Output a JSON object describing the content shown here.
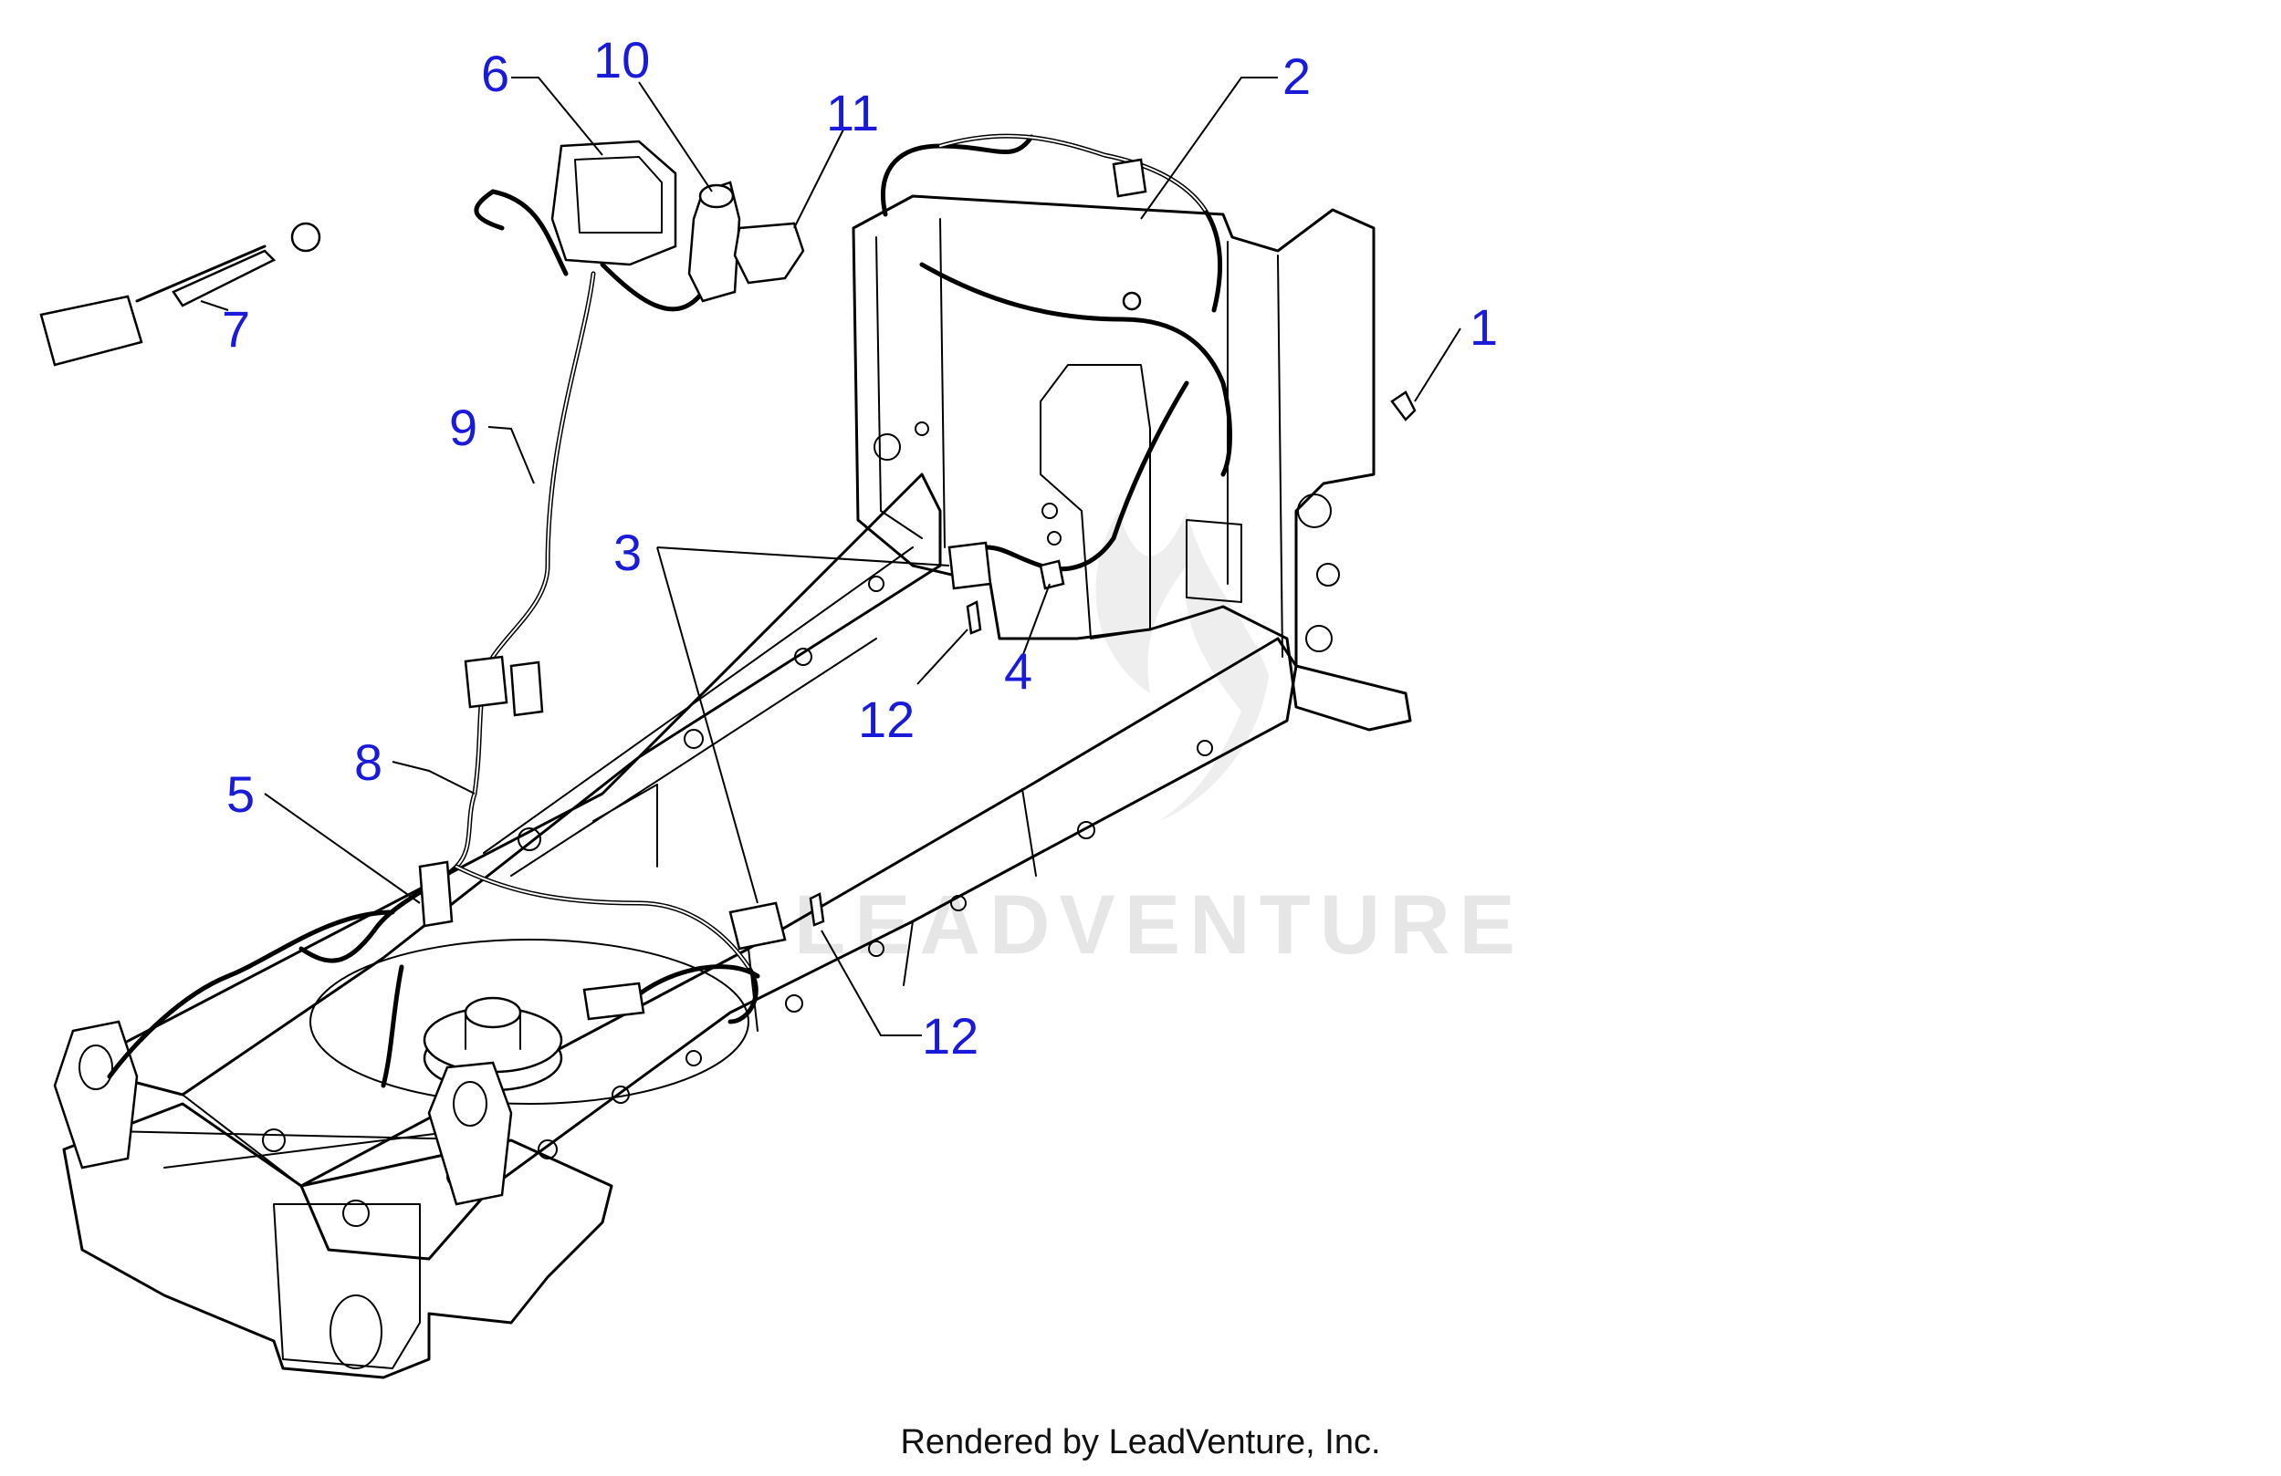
{
  "watermark": "LEADVENTURE",
  "credit": "Rendered by LeadVenture, Inc.",
  "callouts": [
    {
      "id": "1",
      "label": "1"
    },
    {
      "id": "2",
      "label": "2"
    },
    {
      "id": "3",
      "label": "3"
    },
    {
      "id": "4",
      "label": "4"
    },
    {
      "id": "5",
      "label": "5"
    },
    {
      "id": "6",
      "label": "6"
    },
    {
      "id": "7",
      "label": "7"
    },
    {
      "id": "8",
      "label": "8"
    },
    {
      "id": "9",
      "label": "9"
    },
    {
      "id": "10",
      "label": "10"
    },
    {
      "id": "11",
      "label": "11"
    },
    {
      "id": "12a",
      "label": "12"
    },
    {
      "id": "12b",
      "label": "12"
    }
  ],
  "colors": {
    "callout": "#1a1adb",
    "line": "#000000",
    "watermark": "#e6e6e6"
  }
}
